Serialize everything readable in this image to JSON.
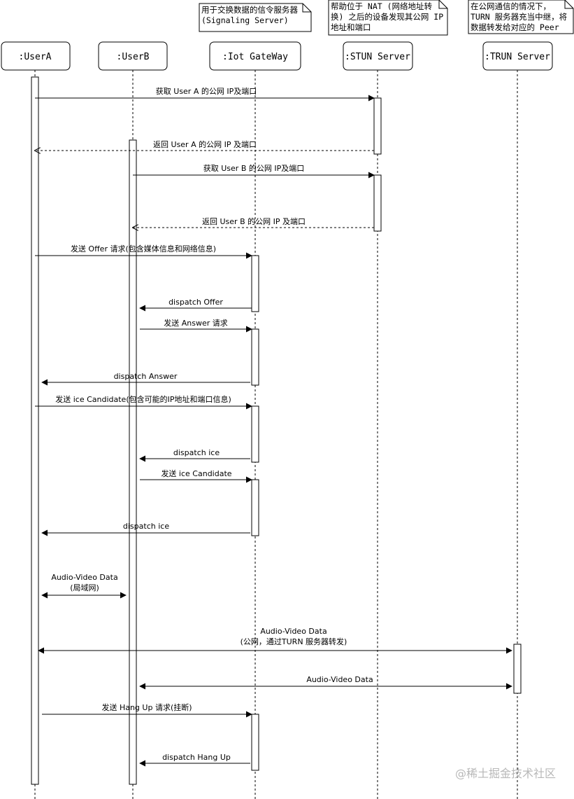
{
  "participants": [
    {
      "id": "userA",
      "label": ":UserA"
    },
    {
      "id": "userB",
      "label": ":UserB"
    },
    {
      "id": "gateway",
      "label": ":Iot GateWay"
    },
    {
      "id": "stun",
      "label": ":STUN Server"
    },
    {
      "id": "turn",
      "label": ":TRUN Server"
    }
  ],
  "notes": [
    {
      "id": "signaling",
      "lines": [
        "用于交换数据的信令服务器",
        "(Signaling Server)"
      ]
    },
    {
      "id": "stun",
      "lines": [
        "帮助位于 NAT (网络地址转",
        "换) 之后的设备发现其公网 IP",
        "地址和端口"
      ]
    },
    {
      "id": "turn",
      "lines": [
        "在公网通信的情况下，",
        "TURN 服务器充当中继，将",
        "数据转发给对应的 Peer"
      ]
    }
  ],
  "messages": [
    {
      "id": "m1",
      "lines": [
        "获取 User A 的公网 IP及端口"
      ]
    },
    {
      "id": "m2",
      "lines": [
        "返回 User A 的公网 IP 及端口"
      ]
    },
    {
      "id": "m3",
      "lines": [
        "获取 User B 的公网 IP及端口"
      ]
    },
    {
      "id": "m4",
      "lines": [
        "返回 User B 的公网 IP 及端口"
      ]
    },
    {
      "id": "m5",
      "lines": [
        "发送 Offer 请求(包含媒体信息和网络信息)"
      ]
    },
    {
      "id": "m6",
      "lines": [
        "dispatch Offer"
      ]
    },
    {
      "id": "m7",
      "lines": [
        "发送 Answer 请求"
      ]
    },
    {
      "id": "m8",
      "lines": [
        "dispatch Answer"
      ]
    },
    {
      "id": "m9",
      "lines": [
        "发送 ice Candidate(包含可能的IP地址和端口信息)"
      ]
    },
    {
      "id": "m10",
      "lines": [
        "dispatch ice"
      ]
    },
    {
      "id": "m11",
      "lines": [
        "发送 ice Candidate"
      ]
    },
    {
      "id": "m12",
      "lines": [
        "dispatch ice"
      ]
    },
    {
      "id": "m13",
      "lines": [
        "Audio-Video Data",
        "(局域网)"
      ]
    },
    {
      "id": "m14",
      "lines": [
        "Audio-Video Data",
        "(公网，通过TURN 服务器转发)"
      ]
    },
    {
      "id": "m15",
      "lines": [
        "Audio-Video Data"
      ]
    },
    {
      "id": "m16",
      "lines": [
        "发送 Hang Up 请求(挂断)"
      ]
    },
    {
      "id": "m17",
      "lines": [
        "dispatch Hang Up"
      ]
    }
  ],
  "watermark": "@稀土掘金技术社区"
}
